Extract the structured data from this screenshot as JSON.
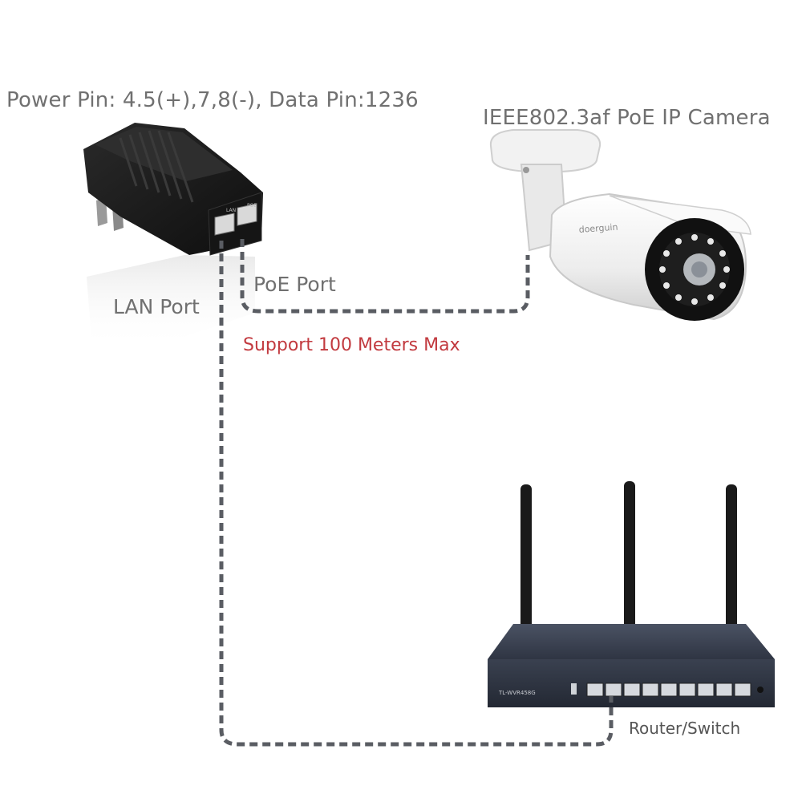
{
  "labels": {
    "power_pin": "Power Pin: 4.5(+),7,8(-), Data Pin:1236",
    "camera": "IEEE802.3af PoE IP Camera",
    "poe_port": "PoE Port",
    "lan_port": "LAN Port",
    "distance": "Support 100 Meters Max",
    "router": "Router/Switch"
  },
  "devices": {
    "camera_brand": "doerguin",
    "injector_ports": [
      "LAN",
      "POE"
    ],
    "router_model": "TL-WVR458G"
  },
  "colors": {
    "cable": "#5a5d63",
    "distance_text": "#c23a3f",
    "label_text": "#707070",
    "injector_body": "#1c1c1c",
    "router_body": "#2c3240",
    "camera_body": "#f4f4f4"
  }
}
